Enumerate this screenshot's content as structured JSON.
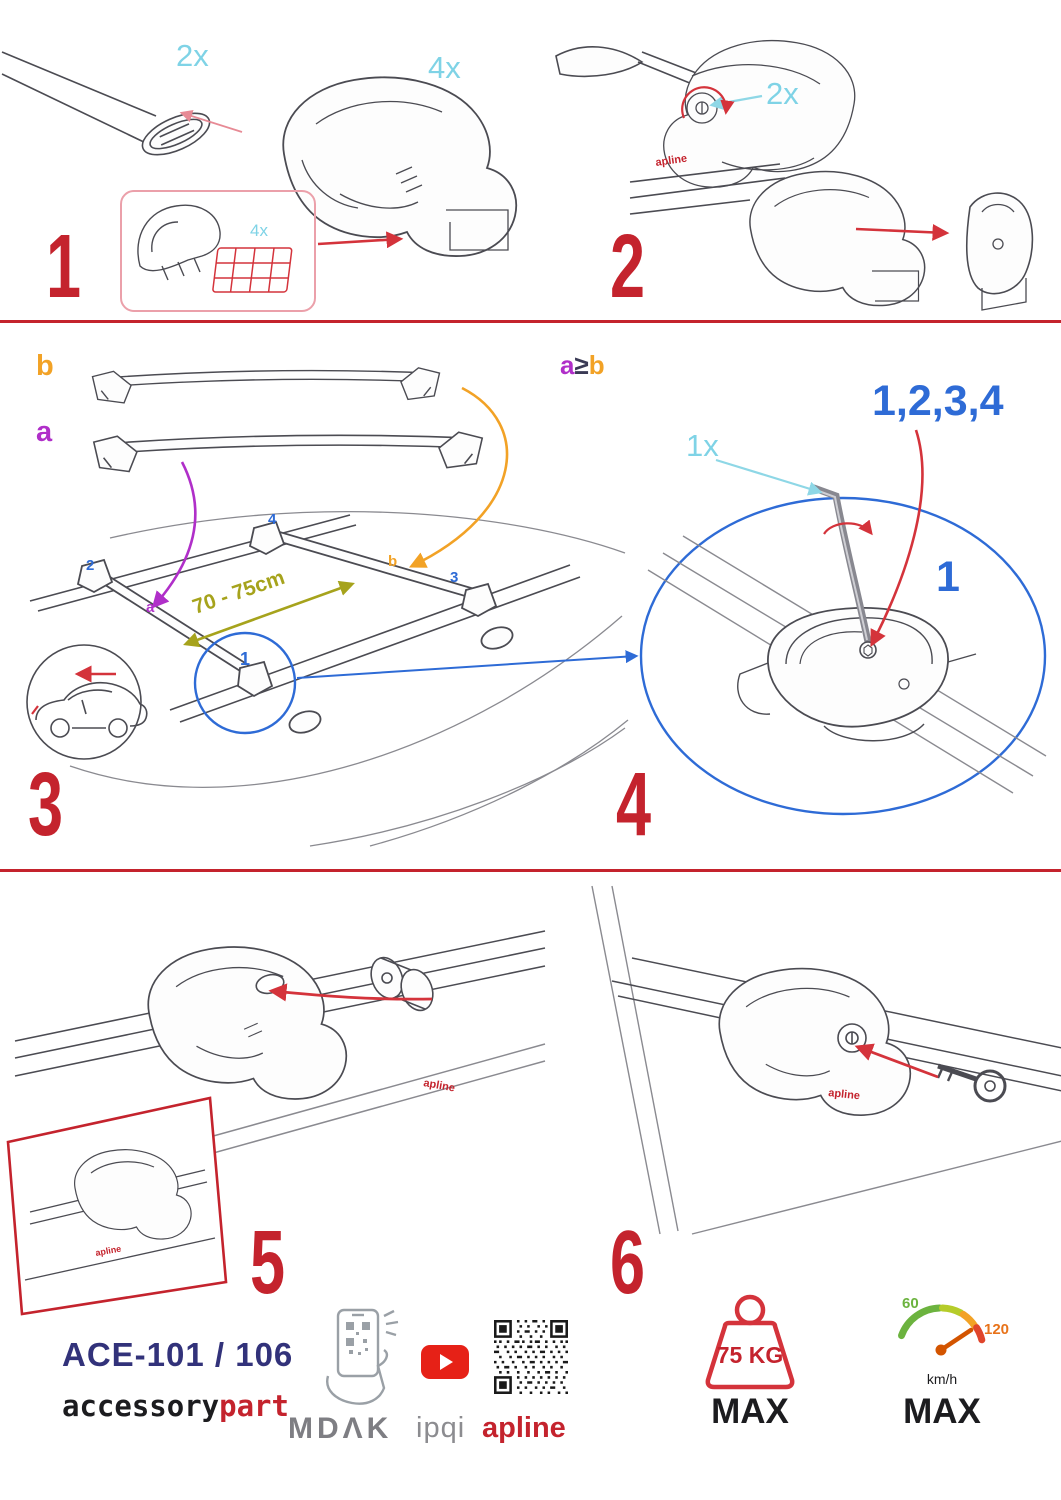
{
  "colors": {
    "accent_red": "#c4232d",
    "arrow_red": "#d4333b",
    "cyan": "#7fd3e6",
    "blue": "#2e6bd6",
    "magenta": "#b02fc9",
    "orange": "#f2a226",
    "olive": "#a6a31c",
    "navy": "#32327a",
    "green": "#6cb33f"
  },
  "brand": "apline",
  "step1": {
    "number": "1",
    "bar_qty": "2x",
    "foot_qty": "4x",
    "pad_qty": "4x"
  },
  "step2": {
    "number": "2",
    "lock_qty": "2x"
  },
  "step3": {
    "number": "3",
    "bar_b": "b",
    "bar_a": "a",
    "distance": "70 - 75cm",
    "pos1": "1",
    "pos2": "2",
    "pos3": "3",
    "pos4": "4",
    "roof_a": "a",
    "roof_b": "b"
  },
  "step4": {
    "number": "4",
    "cond_a": "a",
    "cond_op": "≥",
    "cond_b": "b",
    "sequence": "1,2,3,4",
    "tool_qty": "1x",
    "first": "1"
  },
  "step5": {
    "number": "5"
  },
  "step6": {
    "number": "6"
  },
  "footer": {
    "model": "ACE-101 / 106",
    "brand_black": "accessory",
    "brand_red": "part",
    "partner_mdak": "MDΛK",
    "partner_ipqi": "ipqi",
    "partner_apline": "apline",
    "weight_value": "75 KG",
    "weight_max": "MAX",
    "speed_low": "60",
    "speed_high": "120",
    "speed_unit": "km/h",
    "speed_max": "MAX"
  }
}
